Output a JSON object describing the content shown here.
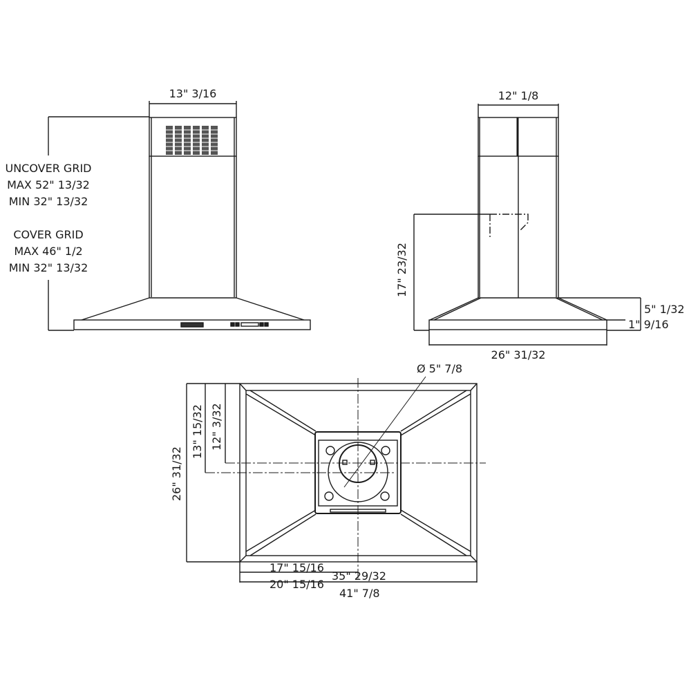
{
  "front_view": {
    "width_label": "13\" 3/16",
    "uncover_grid": {
      "title": "UNCOVER GRID",
      "max": "MAX  52\" 13/32",
      "min": "MIN 32\" 13/32"
    },
    "cover_grid": {
      "title": "COVER GRID",
      "max": "MAX 46\" 1/2",
      "min": "MIN 32\" 13/32"
    }
  },
  "side_view": {
    "width_label": "12\" 1/8",
    "height_label": "17\" 23/32",
    "canopy_height_label": "5\" 1/32",
    "edge_height_label": "1\" 9/16",
    "depth_label": "26\" 31/32"
  },
  "bottom_view": {
    "duct_diameter_label": "Ø  5\" 7/8",
    "depth_label": "26\" 31/32",
    "center_offset_1_label": "13\" 15/32",
    "center_offset_2_label": "12\" 3/32",
    "half_width_inner_label": "17\" 15/16",
    "half_width_outer_label": "20\" 15/16",
    "inner_width_label": "35\" 29/32",
    "outer_width_label": "41\" 7/8"
  },
  "colors": {
    "line": "#1a1a1a",
    "background": "#ffffff"
  }
}
